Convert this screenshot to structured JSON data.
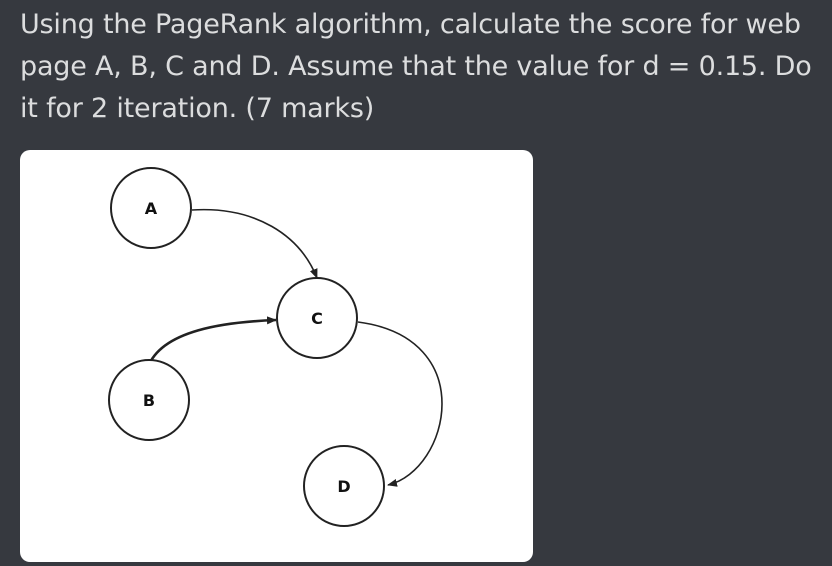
{
  "message": {
    "text": "Using the PageRank algorithm, calculate the score for web page A, B, C and D. Assume that the value for d = 0.15. Do it for 2 iteration. (7 marks)"
  },
  "graph": {
    "nodes": [
      {
        "id": "A",
        "label": "A"
      },
      {
        "id": "B",
        "label": "B"
      },
      {
        "id": "C",
        "label": "C"
      },
      {
        "id": "D",
        "label": "D"
      }
    ],
    "edges": [
      {
        "from": "A",
        "to": "C"
      },
      {
        "from": "B",
        "to": "C"
      },
      {
        "from": "C",
        "to": "D"
      }
    ]
  }
}
